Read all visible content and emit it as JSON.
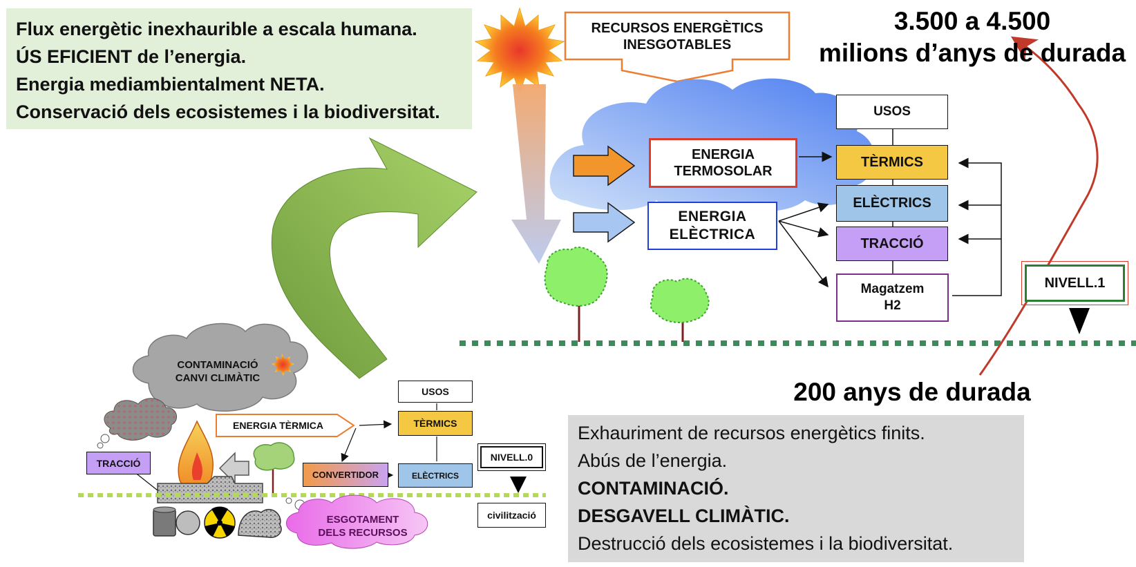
{
  "top_left_panel": {
    "lines": [
      "Flux energètic inexhaurible a escala humana.",
      "ÚS EFICIENT de l’energia.",
      "Energia mediambientalment NETA.",
      "Conservació dels ecosistemes i la biodiversitat."
    ]
  },
  "bottom_right_panel": {
    "lines": [
      "Exhauriment de recursos energètics finits.",
      "Abús de l’energia.",
      "CONTAMINACIÓ.",
      "DESGAVELL CLIMÀTIC.",
      "Destrucció dels ecosistemes i la biodiversitat."
    ]
  },
  "duration": {
    "long_line1": "3.500 a 4.500",
    "long_line2": "milions d’anys de durada",
    "short": "200 anys de durada"
  },
  "level1": {
    "resources_callout_line1": "RECURSOS ENERGÈTICS",
    "resources_callout_line2": "INESGOTABLES",
    "energy_thermal_line1": "ENERGIA",
    "energy_thermal_line2": "TERMOSOLAR",
    "energy_electric_line1": "ENERGIA",
    "energy_electric_line2": "ELÈCTRICA",
    "uses": "USOS",
    "thermal": "TÈRMICS",
    "electric": "ELÈCTRICS",
    "traction": "TRACCIÓ",
    "storage_line1": "Magatzem",
    "storage_line2": "H2",
    "level_label": "NIVELL.1"
  },
  "level0": {
    "pollution_line1": "CONTAMINACIÓ",
    "pollution_line2": "CANVI CLIMÀTIC",
    "thermal_energy": "ENERGIA TÈRMICA",
    "uses": "USOS",
    "thermal": "TÈRMICS",
    "electric": "ELÈCTRICS",
    "converter": "CONVERTIDOR",
    "traction": "TRACCIÓ",
    "level_label": "NIVELL.0",
    "depletion_line1": "ESGOTAMENT",
    "depletion_line2": "DELS RECURSOS",
    "civilization": "civilització"
  },
  "colors": {
    "green_panel": "#e2efd9",
    "grey_panel": "#d9d9d9",
    "thermal_fill": "#f4c842",
    "electric_fill": "#9fc5e8",
    "traction_fill": "#c59ff5",
    "red_arrow": "#c0392b",
    "ground_dots": "#3d8b5a"
  }
}
